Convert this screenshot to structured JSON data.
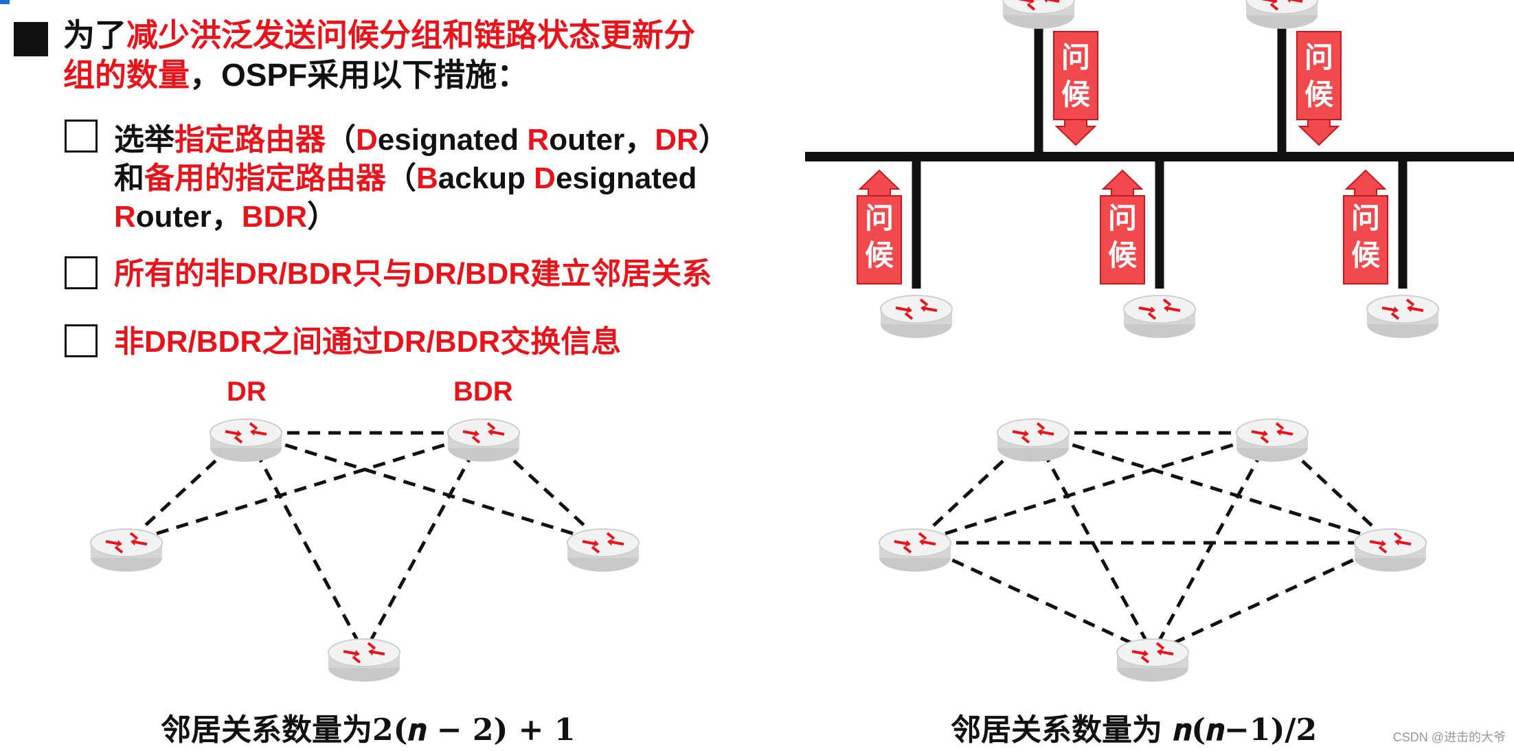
{
  "heading": {
    "part1": "为了",
    "part2_red": "减少洪泛发送问候分组和链路状态更新分组的数量",
    "part3": "，OSPF采用以下措施："
  },
  "measures": [
    {
      "segments": [
        {
          "text": "选举",
          "red": false
        },
        {
          "text": "指定路由器",
          "red": true
        },
        {
          "text": "（",
          "red": false
        },
        {
          "text": "D",
          "red": true
        },
        {
          "text": "esignated ",
          "red": false
        },
        {
          "text": "R",
          "red": true
        },
        {
          "text": "outer，",
          "red": false
        },
        {
          "text": "DR",
          "red": true
        },
        {
          "text": "）和",
          "red": false
        },
        {
          "text": "备用的指定路由器",
          "red": true
        },
        {
          "text": "（",
          "red": false
        },
        {
          "text": "B",
          "red": true
        },
        {
          "text": "ackup ",
          "red": false
        },
        {
          "text": "D",
          "red": true
        },
        {
          "text": "esignated ",
          "red": false
        },
        {
          "text": "R",
          "red": true
        },
        {
          "text": "outer，",
          "red": false
        },
        {
          "text": "BDR",
          "red": true
        },
        {
          "text": "）",
          "red": false
        }
      ]
    },
    {
      "segments": [
        {
          "text": "所有的非DR/BDR只与DR/BDR建立邻居关系",
          "red": true
        }
      ]
    },
    {
      "segments": [
        {
          "text": "非DR/BDR之间通过DR/BDR交换信息",
          "red": true
        }
      ]
    }
  ],
  "hello_label": "问候",
  "roles": {
    "dr": "DR",
    "bdr": "BDR"
  },
  "captions": {
    "left_cn": "邻居关系数量为",
    "left_formula": "2(𝒏 − 2) + 1",
    "right_cn": "邻居关系数量为",
    "right_formula": "𝒏(𝒏−1)/2"
  },
  "watermark": "CSDN @进击的大爷",
  "colors": {
    "accent_red": "#e8141c",
    "hello_box": "#f04a4f",
    "router_body": "#dcdcdc"
  }
}
